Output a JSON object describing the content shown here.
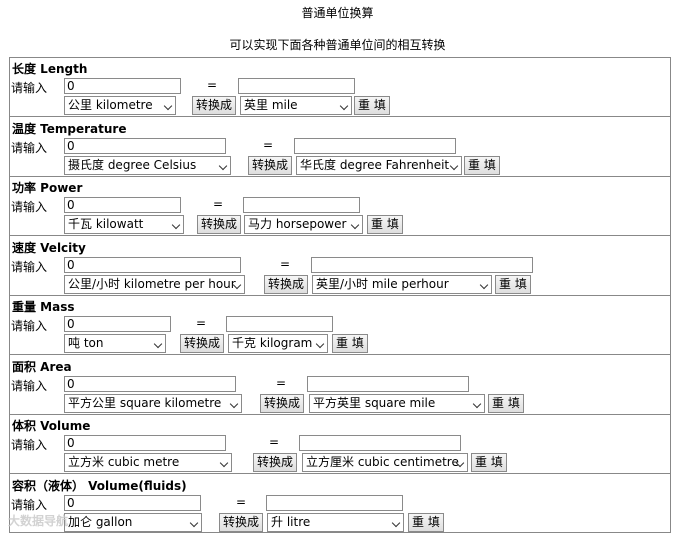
{
  "header": {
    "title": "普通单位换算",
    "subtitle": "可以实现下面各种普通单位间的相互转换"
  },
  "common": {
    "prompt": "请输入",
    "equals": "=",
    "convert_label": "转换成",
    "reset_label": "重 填"
  },
  "sections": [
    {
      "title": "长度 Length",
      "value": "0",
      "from_unit": "公里 kilometre",
      "to_unit": "英里 mile"
    },
    {
      "title": "温度 Temperature",
      "value": "0",
      "from_unit": "摄氏度 degree Celsius",
      "to_unit": "华氏度 degree Fahrenheit"
    },
    {
      "title": "功率 Power",
      "value": "0",
      "from_unit": "千瓦 kilowatt",
      "to_unit": "马力 horsepower"
    },
    {
      "title": "速度 Velcity",
      "value": "0",
      "from_unit": "公里/小时 kilometre per hour",
      "to_unit": "英里/小时 mile perhour"
    },
    {
      "title": "重量 Mass",
      "value": "0",
      "from_unit": "吨 ton",
      "to_unit": "千克 kilogram"
    },
    {
      "title": "面积 Area",
      "value": "0",
      "from_unit": "平方公里 square kilometre",
      "to_unit": "平方英里 square mile"
    },
    {
      "title": "体积 Volume",
      "value": "0",
      "from_unit": "立方米 cubic metre",
      "to_unit": "立方厘米 cubic centimetre"
    },
    {
      "title": "容积（液体） Volume(fluids)",
      "value": "0",
      "from_unit": "加仑 gallon",
      "to_unit": "升 litre"
    }
  ],
  "watermark": "大数据导航"
}
